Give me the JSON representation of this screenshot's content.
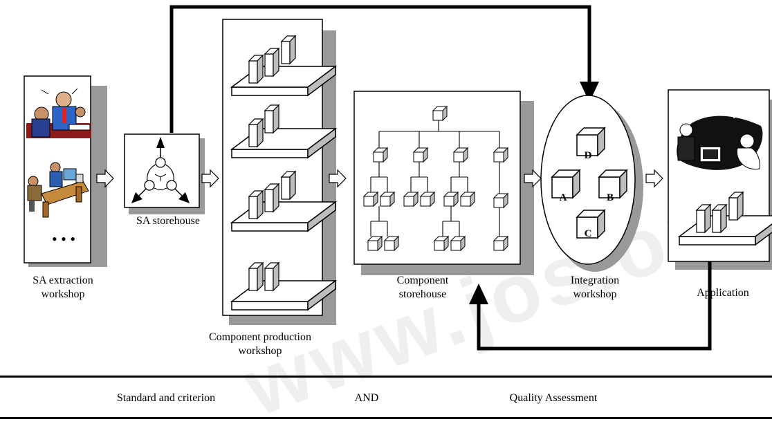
{
  "labels": {
    "sa_extraction_line1": "SA extraction",
    "sa_extraction_line2": "workshop",
    "sa_storehouse": "SA storehouse",
    "component_production_line1": "Component production",
    "component_production_line2": "workshop",
    "component_storehouse_line1": "Component",
    "component_storehouse_line2": "storehouse",
    "integration_line1": "Integration",
    "integration_line2": "workshop",
    "application": "Application"
  },
  "integration_components": [
    "D",
    "A",
    "B",
    "C"
  ],
  "ellipsis": "• • •",
  "footer": {
    "standard": "Standard and criterion",
    "and": "AND",
    "quality": "Quality Assessment"
  },
  "watermark": "www.jos.org.cn"
}
